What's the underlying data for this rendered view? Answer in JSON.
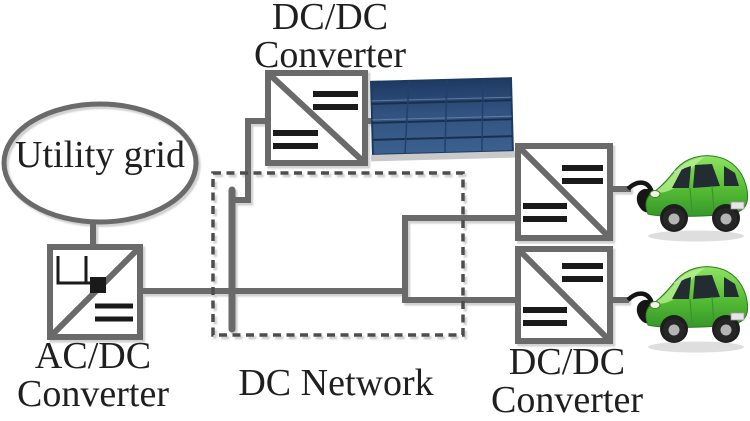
{
  "diagram": {
    "title_hint": "DC network for EV charging with PV and utility grid",
    "labels": {
      "pv_converter_line1": "DC/DC",
      "pv_converter_line2": "Converter",
      "utility_grid": "Utility grid",
      "grid_converter_line1": "AC/DC",
      "grid_converter_line2": "Converter",
      "dc_network": "DC Network",
      "ev_converter_line1": "DC/DC",
      "ev_converter_line2": "Converter"
    },
    "components": [
      {
        "name": "utility-grid",
        "icon": "ellipse-node"
      },
      {
        "name": "ac-dc-converter",
        "icon": "converter-square-with-square-wave-and-dc-bars"
      },
      {
        "name": "pv-dc-dc-converter",
        "icon": "converter-square-with-dc-bars"
      },
      {
        "name": "solar-panel",
        "icon": "solar-panel-photo"
      },
      {
        "name": "dc-network",
        "icon": "dashed-boundary-with-bus-bar"
      },
      {
        "name": "ev-dc-dc-converter-top",
        "icon": "converter-square-with-dc-bars"
      },
      {
        "name": "ev-dc-dc-converter-bottom",
        "icon": "converter-square-with-dc-bars"
      },
      {
        "name": "electric-car-top",
        "icon": "green-ev-with-charging-plug"
      },
      {
        "name": "electric-car-bottom",
        "icon": "green-ev-with-charging-plug"
      }
    ],
    "colors": {
      "line_gray": "#6b6b6b",
      "dash_gray": "#4d4d4d",
      "symbol_black": "#1a1a1a",
      "text_color": "#1f1f1f",
      "panel_blue_dark": "#203e68",
      "panel_blue_light": "#3c618f",
      "panel_frame_gray": "#c9c9c9",
      "car_green_light": "#8fe363",
      "car_green": "#55bc34",
      "car_green_dark": "#2e7d1e",
      "background": "#ffffff"
    }
  }
}
